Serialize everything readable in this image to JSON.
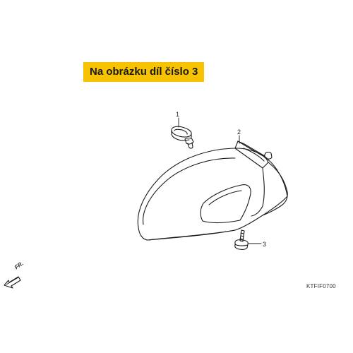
{
  "banner": {
    "text": "Na obrázku díl číslo 3",
    "color": "#f7c300"
  },
  "callouts": [
    {
      "label": "1"
    },
    {
      "label": "2"
    },
    {
      "label": "3"
    }
  ],
  "direction": {
    "label": "FR.",
    "icon": "front-arrow-icon"
  },
  "diagram_code": "KTFIF0700"
}
